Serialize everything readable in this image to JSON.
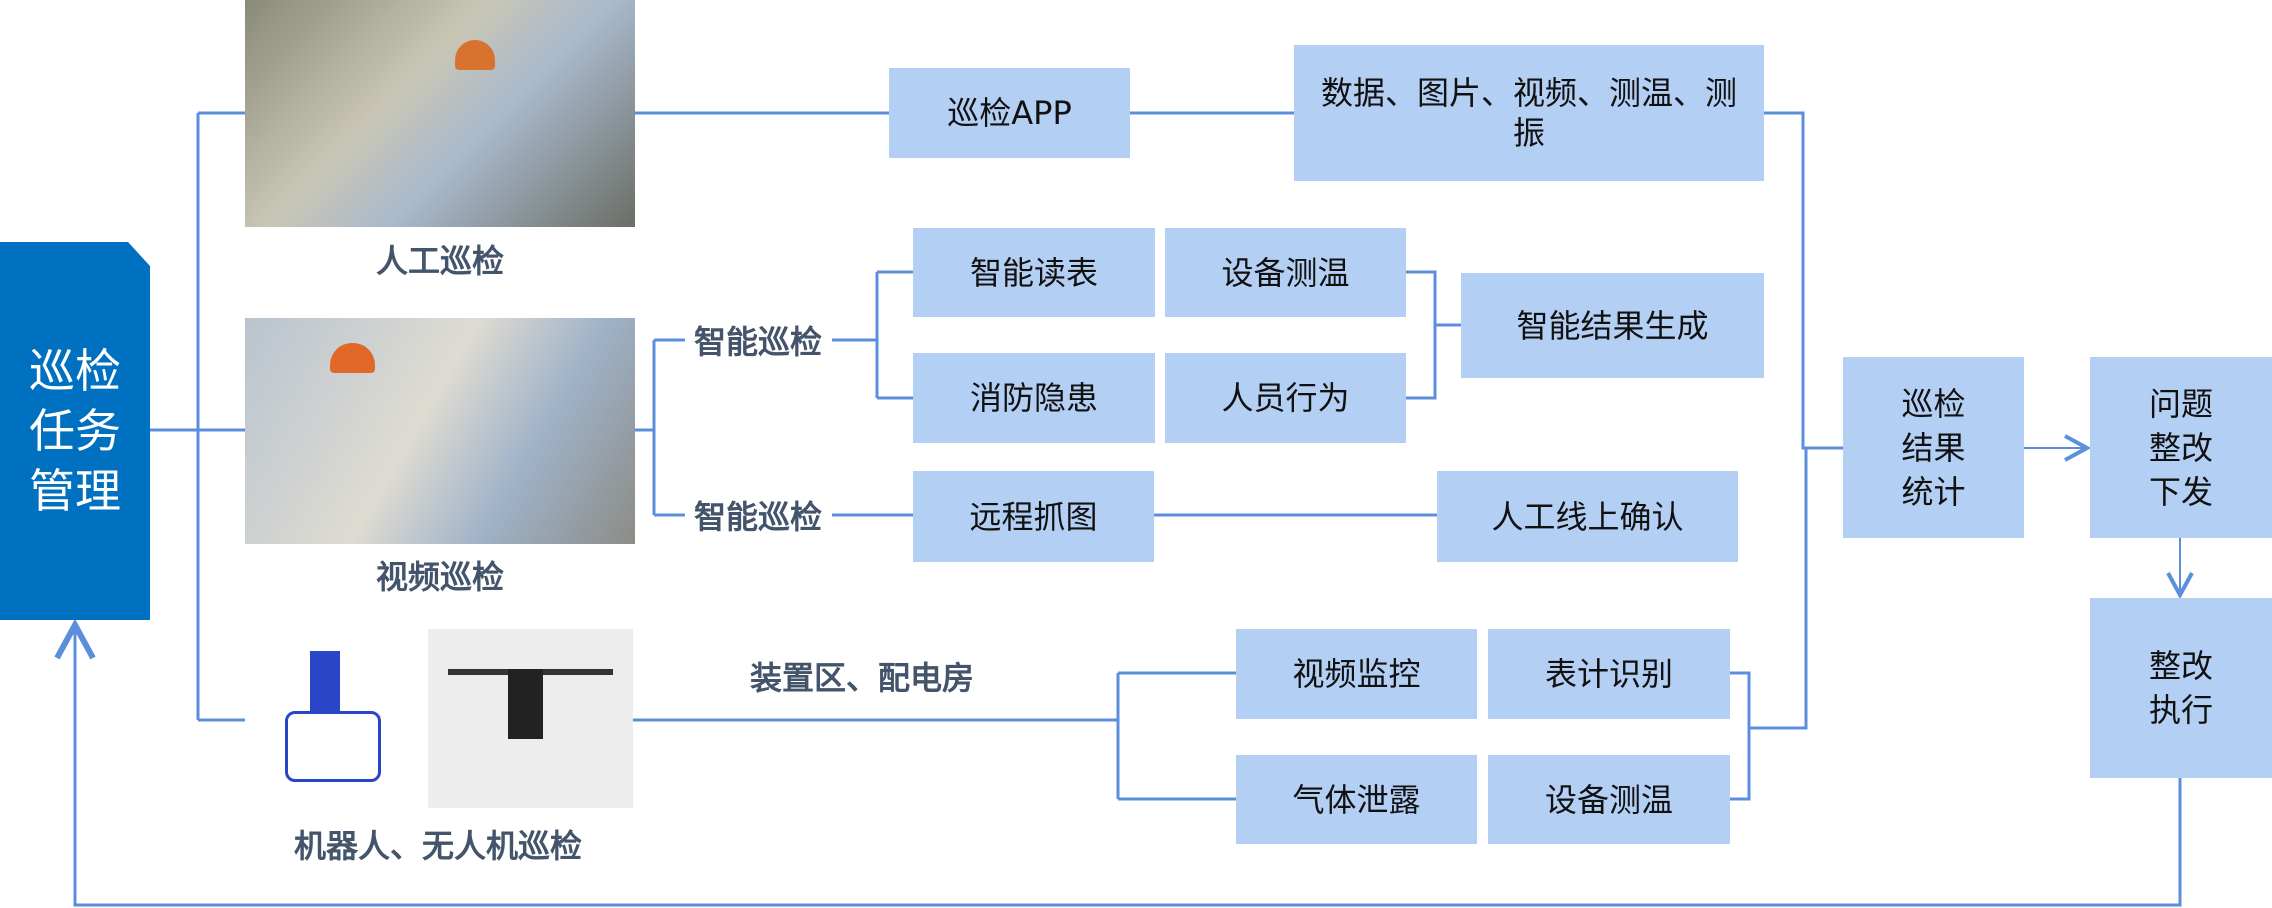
{
  "root": {
    "label": "巡检\n任务\n管理"
  },
  "branches": {
    "manual": "人工巡检",
    "video": "视频巡检",
    "robot": "机器人、无人机巡检"
  },
  "labels": {
    "smart1": "智能巡检",
    "smart2": "智能巡检",
    "area": "装置区、配电房"
  },
  "boxes": {
    "app": "巡检APP",
    "data": "数据、图片、视频、测温、测振",
    "meter": "智能读表",
    "temp1": "设备测温",
    "fire": "消防隐患",
    "behavior": "人员行为",
    "result_gen": "智能结果生成",
    "capture": "远程抓图",
    "online_confirm": "人工线上确认",
    "video_mon": "视频监控",
    "meter_rec": "表计识别",
    "gas": "气体泄露",
    "temp2": "设备测温",
    "stats": "巡检\n结果\n统计",
    "issue": "问题\n整改\n下发",
    "execute": "整改\n执行"
  },
  "colors": {
    "box": "#b4cff4",
    "line": "#5b8fdc",
    "root": "#0070c0",
    "label": "#44546a"
  }
}
